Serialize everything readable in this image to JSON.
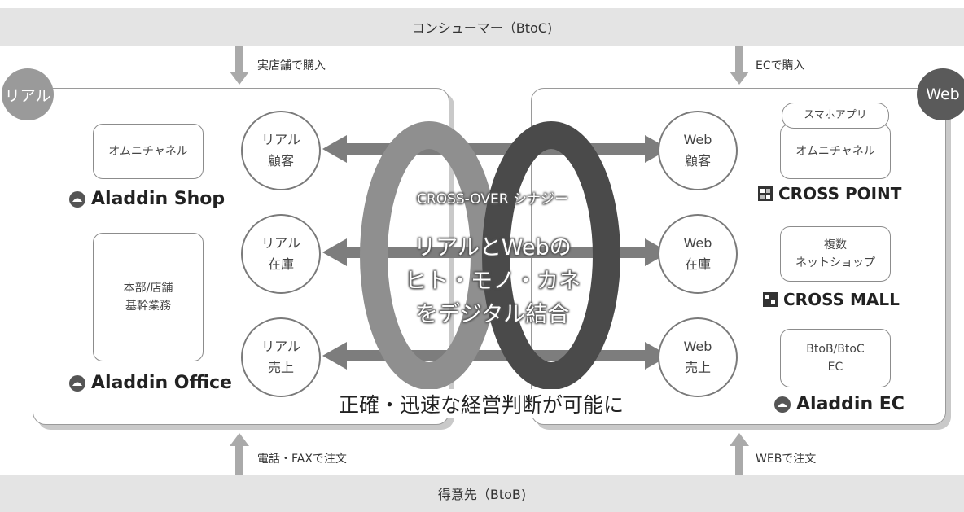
{
  "top_band": {
    "label": "コンシューマー（BtoC)"
  },
  "bottom_band": {
    "label": "得意先（BtoB)"
  },
  "flows": {
    "real_buy": "実店舗で購入",
    "ec_buy": "ECで購入",
    "phone_fax": "電話・FAXで注文",
    "web_order": "WEBで注文"
  },
  "real_panel": {
    "tag": "リアル",
    "omni_box": "オムニチャネル",
    "shop_brand": "Aladdin Shop",
    "office_box": "本部/店舗\n基幹業務",
    "office_brand": "Aladdin Office"
  },
  "web_panel": {
    "tag": "Web",
    "app_pill": "スマホアプリ",
    "omni_box": "オムニチャネル",
    "crosspoint_brand": "CROSS POINT",
    "multi_box": "複数\nネットショップ",
    "crossmall_brand": "CROSS MALL",
    "btob_box": "BtoB/BtoC\nEC",
    "ec_brand": "Aladdin EC"
  },
  "circles": {
    "real_customer": "リアル\n顧客",
    "real_stock": "リアル\n在庫",
    "real_sales": "リアル\n売上",
    "web_customer": "Web\n顧客",
    "web_stock": "Web\n在庫",
    "web_sales": "Web\n売上"
  },
  "center": {
    "synergy": "CROSS-OVER シナジー",
    "line1": "リアルとWebの",
    "line2": "ヒト・モノ・カネ",
    "line3": "をデジタル結合"
  },
  "footer_msg": "正確・迅速な経営判断が可能に",
  "colors": {
    "real": "#9a9a9a",
    "web": "#555555",
    "band": "#e4e4e4",
    "arrow": "#7d7d7d"
  }
}
